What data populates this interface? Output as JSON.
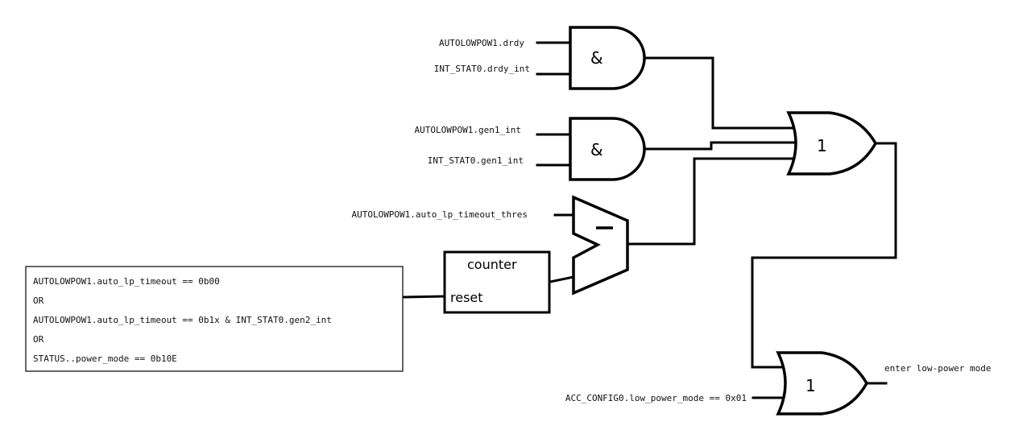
{
  "diagram": {
    "title": "Auto low-power mode entry logic",
    "and_gate_1": {
      "symbol": "&",
      "inputs": [
        "AUTOLOWPOW1.drdy",
        "INT_STAT0.drdy_int"
      ]
    },
    "and_gate_2": {
      "symbol": "&",
      "inputs": [
        "AUTOLOWPOW1.gen1_int",
        "INT_STAT0.gen1_int"
      ]
    },
    "comparator": {
      "symbol": "—",
      "threshold_input": "AUTOLOWPOW1.auto_lp_timeout_thres"
    },
    "counter": {
      "title": "counter",
      "reset_label": "reset"
    },
    "reset_conditions": {
      "lines": [
        "AUTOLOWPOW1.auto_lp_timeout == 0b00",
        "OR",
        "AUTOLOWPOW1.auto_lp_timeout == 0b1x & INT_STAT0.gen2_int",
        "OR",
        "STATUS..power_mode == 0b10E"
      ]
    },
    "or_gate_1": {
      "symbol": "1"
    },
    "or_gate_2": {
      "symbol": "1",
      "input": "ACC_CONFIG0.low_power_mode == 0x01",
      "output": "enter low-power mode"
    }
  }
}
